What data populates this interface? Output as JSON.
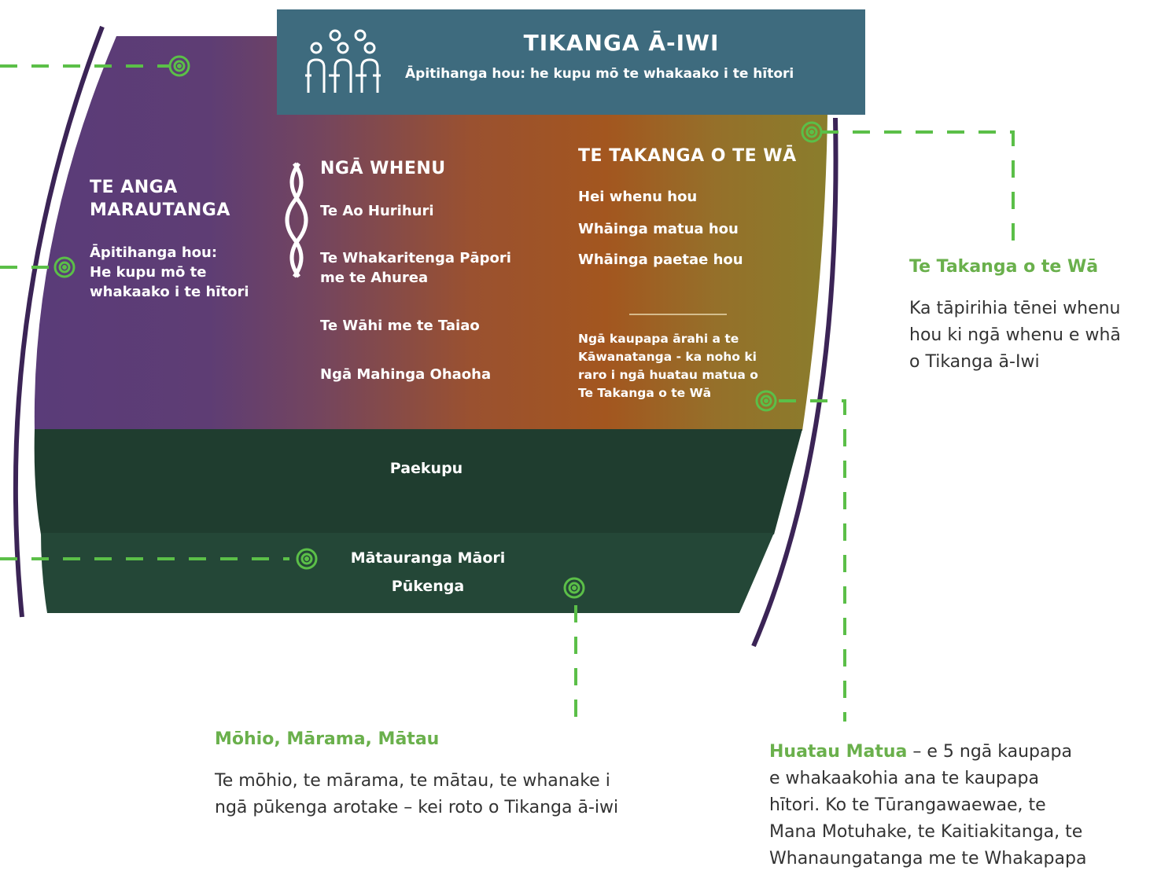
{
  "header": {
    "title": "TIKANGA Ā-IWI",
    "subtitle": "Āpitihanga hou: he kupu mō te whakaako i te hītori",
    "icon": "people-icon"
  },
  "left_column": {
    "heading_line1": "TE ANGA",
    "heading_line2": "MARAUTANGA",
    "text_line1": "Āpitihanga hou:",
    "text_line2": "He kupu mō te",
    "text_line3": "whakaako i te hītori"
  },
  "middle_column": {
    "heading": "NGĀ WHENU",
    "icon": "braid-icon",
    "items": [
      "Te Ao Hurihuri",
      "Te Whakaritenga Pāpori",
      "me te Ahurea",
      "Te Wāhi me te Taiao",
      "Ngā Mahinga Ohaoha"
    ]
  },
  "right_column": {
    "heading": "TE TAKANGA O TE WĀ",
    "items": [
      "Hei whenu hou",
      "Whāinga matua hou",
      "Whāinga paetae hou"
    ],
    "note_lines": [
      "Ngā kaupapa ārahi a te",
      "Kāwanatanga - ka noho ki",
      "raro i ngā huatau matua o",
      "Te Takanga o te Wā"
    ]
  },
  "bands": {
    "paekupu": "Paekupu",
    "matauranga": "Mātauranga Māori",
    "pukenga": "Pūkenga"
  },
  "callouts": {
    "takanga_title": "Te Takanga o te Wā",
    "takanga_lines": [
      "Ka tāpirihia tēnei whenu",
      "hou ki ngā whenu e whā",
      "o Tikanga ā-Iwi"
    ],
    "mohio_title": "Mōhio, Mārama, Mātau",
    "mohio_lines": [
      "Te mōhio, te mārama, te mātau, te whanake i",
      "ngā pūkenga arotake – kei roto o Tikanga ā-iwi"
    ],
    "huatau_bold": "Huatau Matua",
    "huatau_first": " – e 5 ngā kaupapa",
    "huatau_lines": [
      "e whakaakohia ana te kaupapa",
      "hītori. Ko te Tūrangawaewae, te",
      "Mana Motuhake, te Kaitiakitanga, te",
      "Whanaungatanga me te Whakapapa"
    ]
  },
  "colors": {
    "purple": "#5e3d7a",
    "orange": "#a3561f",
    "olive": "#8d7a2a",
    "header_teal": "#3d6b7d",
    "dark_green": "#1e3b2e",
    "accent_green": "#5bbf48",
    "dark_purple_line": "#3b2456"
  },
  "marker_icon": "spiral-icon"
}
